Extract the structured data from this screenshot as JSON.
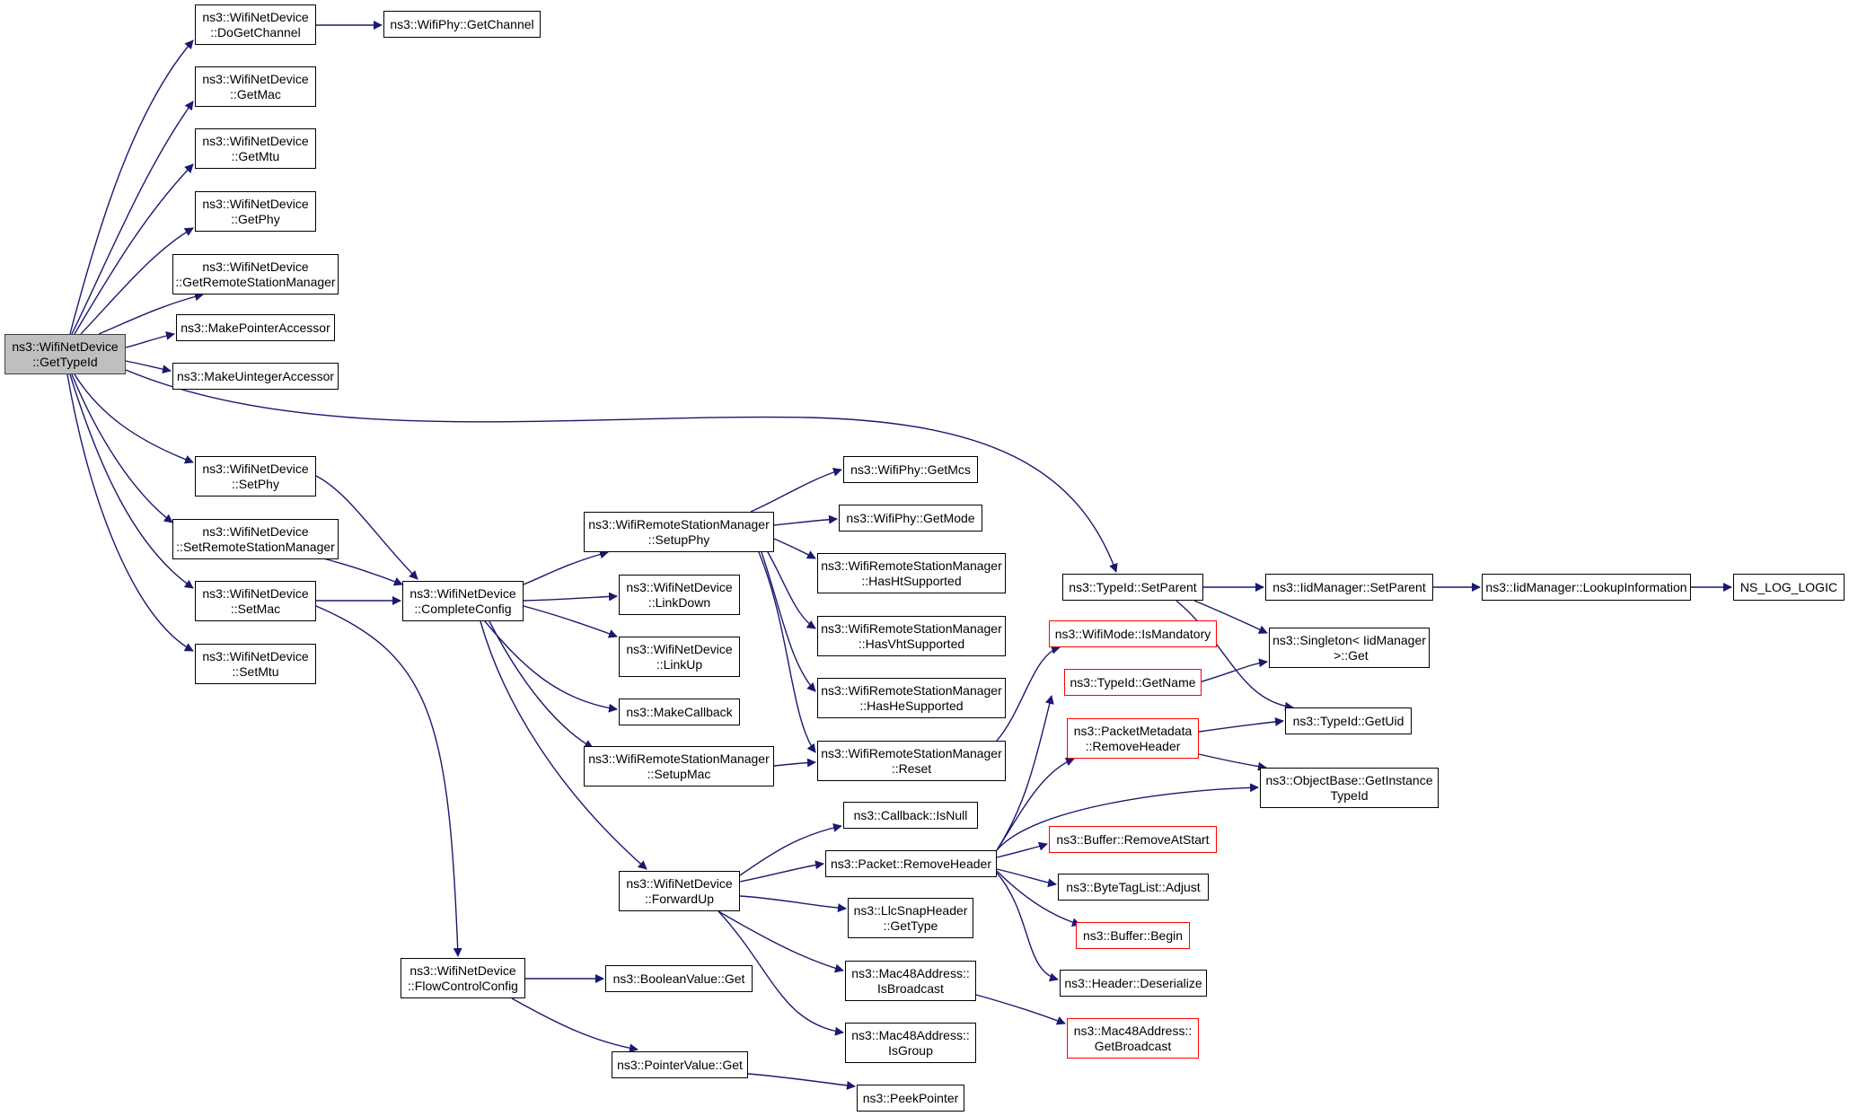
{
  "colors": {
    "edge": "#191970",
    "node_border": "#000000",
    "truncated_border": "#ff0000",
    "root_fill": "#bfbfbf"
  },
  "nodes": {
    "root": "ns3::WifiNetDevice\n::GetTypeId",
    "doGetChannel": "ns3::WifiNetDevice\n::DoGetChannel",
    "phyGetChannel": "ns3::WifiPhy::GetChannel",
    "getMac": "ns3::WifiNetDevice\n::GetMac",
    "getMtu": "ns3::WifiNetDevice\n::GetMtu",
    "getPhy": "ns3::WifiNetDevice\n::GetPhy",
    "getRsm": "ns3::WifiNetDevice\n::GetRemoteStationManager",
    "makePtrAcc": "ns3::MakePointerAccessor",
    "makeUintAcc": "ns3::MakeUintegerAccessor",
    "setPhy": "ns3::WifiNetDevice\n::SetPhy",
    "setRsm": "ns3::WifiNetDevice\n::SetRemoteStationManager",
    "setMac": "ns3::WifiNetDevice\n::SetMac",
    "setMtu": "ns3::WifiNetDevice\n::SetMtu",
    "completeConfig": "ns3::WifiNetDevice\n::CompleteConfig",
    "setupPhy": "ns3::WifiRemoteStationManager\n::SetupPhy",
    "getMcs": "ns3::WifiPhy::GetMcs",
    "getMode": "ns3::WifiPhy::GetMode",
    "hasHt": "ns3::WifiRemoteStationManager\n::HasHtSupported",
    "hasVht": "ns3::WifiRemoteStationManager\n::HasVhtSupported",
    "hasHe": "ns3::WifiRemoteStationManager\n::HasHeSupported",
    "reset": "ns3::WifiRemoteStationManager\n::Reset",
    "linkDown": "ns3::WifiNetDevice\n::LinkDown",
    "linkUp": "ns3::WifiNetDevice\n::LinkUp",
    "makeCallback": "ns3::MakeCallback",
    "setupMac": "ns3::WifiRemoteStationManager\n::SetupMac",
    "forwardUp": "ns3::WifiNetDevice\n::ForwardUp",
    "isNull": "ns3::Callback::IsNull",
    "removeHeader": "ns3::Packet::RemoveHeader",
    "llcGetType": "ns3::LlcSnapHeader\n::GetType",
    "isBroadcast": "ns3::Mac48Address::\nIsBroadcast",
    "isGroup": "ns3::Mac48Address::\nIsGroup",
    "getBroadcast": "ns3::Mac48Address::\nGetBroadcast",
    "flowControl": "ns3::WifiNetDevice\n::FlowControlConfig",
    "boolGet": "ns3::BooleanValue::Get",
    "ptrGet": "ns3::PointerValue::Get",
    "peekPointer": "ns3::PeekPointer",
    "typeIdSetParent": "ns3::TypeId::SetParent",
    "iidSetParent": "ns3::IidManager::SetParent",
    "iidLookup": "ns3::IidManager::LookupInformation",
    "nsLog": "NS_LOG_LOGIC",
    "singletonGet": "ns3::Singleton< IidManager\n >::Get",
    "getUid": "ns3::TypeId::GetUid",
    "objBaseGet": "ns3::ObjectBase::GetInstance\nTypeId",
    "isMandatory": "ns3::WifiMode::IsMandatory",
    "getName": "ns3::TypeId::GetName",
    "pmRemoveHeader": "ns3::PacketMetadata\n::RemoveHeader",
    "removeAtStart": "ns3::Buffer::RemoveAtStart",
    "btlAdjust": "ns3::ByteTagList::Adjust",
    "bufBegin": "ns3::Buffer::Begin",
    "deserialize": "ns3::Header::Deserialize"
  }
}
